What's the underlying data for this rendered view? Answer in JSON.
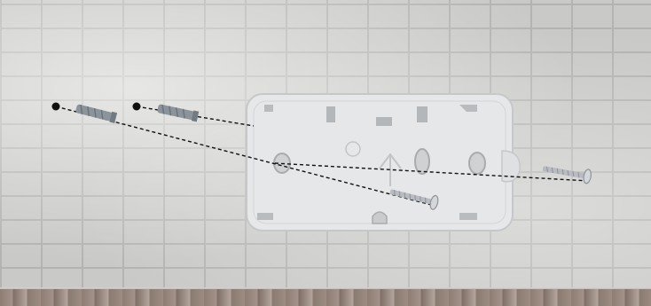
{
  "scene": {
    "subject": "wall-mount-box-installation",
    "colors": {
      "wall": "#c9c9c7",
      "mortar": "#b3b3b0",
      "plate": "#e6e7e8",
      "plate-edge": "#c5c7c9",
      "anchor": "#8c949b",
      "screw": "#b8bcc0",
      "guide-line": "#111111",
      "floor": "#8d7d72"
    },
    "icons": [
      "drill-hole-dot",
      "wall-anchor-plug",
      "mounting-screw",
      "up-arrow-mark"
    ]
  }
}
